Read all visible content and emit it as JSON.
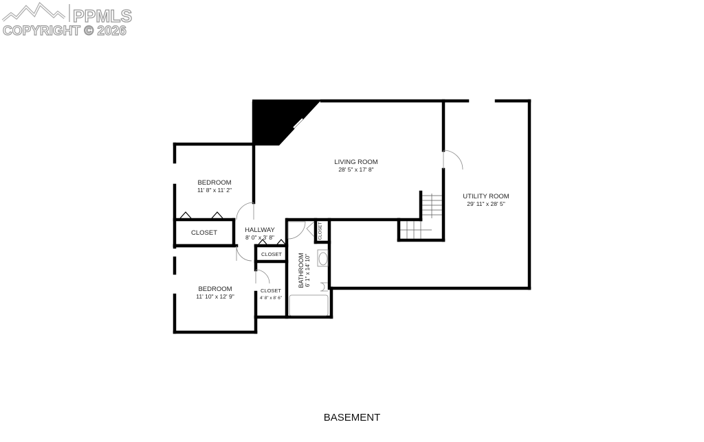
{
  "watermark": {
    "brand": "PPMLS",
    "copyright": "COPYRIGHT © 2026"
  },
  "floor": {
    "title": "BASEMENT"
  },
  "rooms": {
    "bedroom_top": {
      "name": "BEDROOM",
      "dims": "11' 8\" x 11' 2\""
    },
    "closet_left": {
      "name": "CLOSET"
    },
    "hallway": {
      "name": "HALLWAY",
      "dims": "8' 0\" x 3' 8\""
    },
    "closet_hall": {
      "name": "CLOSET"
    },
    "bedroom_bottom": {
      "name": "BEDROOM",
      "dims": "11' 10\" x 12' 9\""
    },
    "closet_walkin": {
      "name": "CLOSET",
      "dims": "4' 8\" x 8' 6\""
    },
    "bathroom": {
      "name": "BATHROOM",
      "dims": "6' 1\" x 14' 10\""
    },
    "closet_bath": {
      "name": "CLOSET"
    },
    "living_room": {
      "name": "LIVING ROOM",
      "dims": "28' 5\" x 17' 8\""
    },
    "utility_room": {
      "name": "UTILITY ROOM",
      "dims": "29' 11\" x 28' 5\""
    }
  },
  "colors": {
    "wall": "#000000",
    "watermark_stroke": "#999999",
    "background": "#ffffff"
  }
}
